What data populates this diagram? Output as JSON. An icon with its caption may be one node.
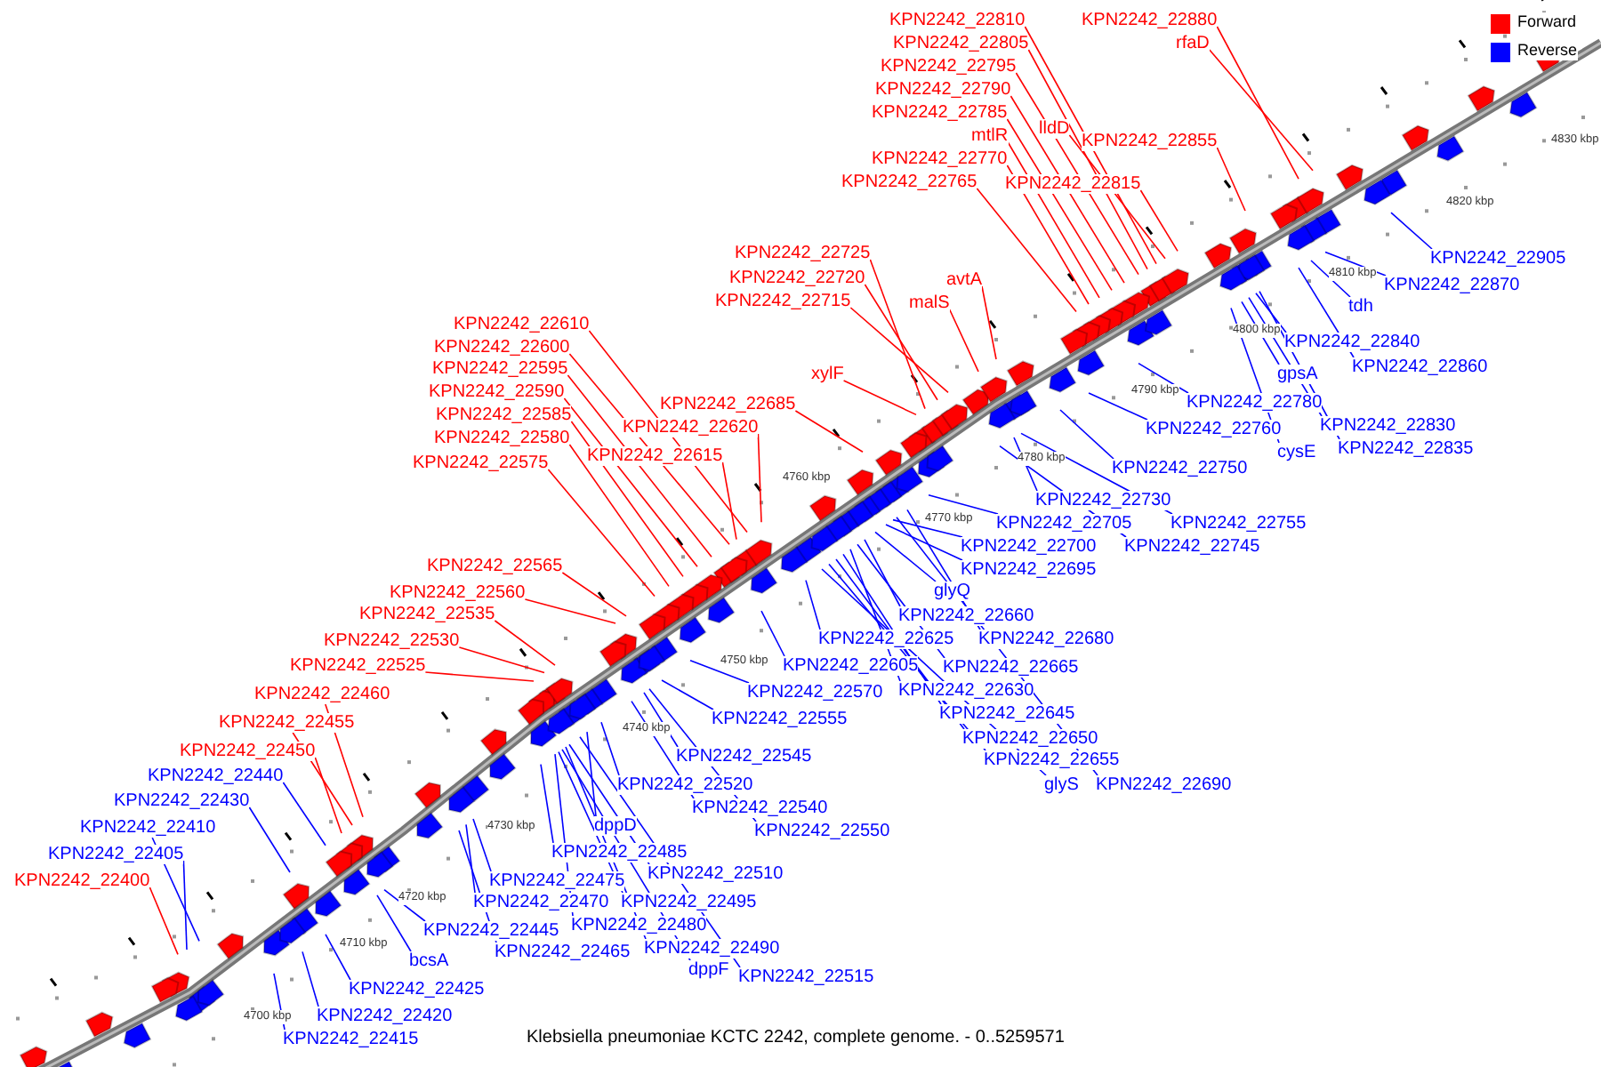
{
  "diagram": {
    "caption": "Klebsiella pneumoniae KCTC 2242, complete genome. - 0..5259571",
    "nodes": [
      {
        "text": [
          "KPN2242_22810"
        ]
      },
      {
        "text": [
          "KPN2242_22805"
        ]
      },
      {
        "text": [
          "KPN2242_22795"
        ]
      },
      {
        "text": [
          "KPN2242_22790"
        ]
      },
      {
        "text": [
          "KPN2242_22785"
        ]
      },
      {
        "text": [
          "mtlR"
        ]
      },
      {
        "text": [
          "lldD"
        ]
      },
      {
        "text": [
          "KPN2242_22770"
        ]
      },
      {
        "text": [
          "KPN2242_22765"
        ]
      },
      {
        "text": [
          "KPN2242_22815"
        ]
      },
      {
        "text": [
          "KPN2242_22855"
        ]
      },
      {
        "text": [
          "KPN2242_22880"
        ]
      },
      {
        "text": [
          "rfaD"
        ]
      },
      {
        "text": [
          "KPN2242_22725"
        ]
      },
      {
        "text": [
          "KPN2242_22720"
        ]
      },
      {
        "text": [
          "KPN2242_22715"
        ]
      },
      {
        "text": [
          "malS"
        ]
      },
      {
        "text": [
          "avtA"
        ]
      },
      {
        "text": [
          "xylF"
        ]
      },
      {
        "text": [
          "KPN2242_22685"
        ]
      },
      {
        "text": [
          "KPN2242_22610"
        ]
      },
      {
        "text": [
          "KPN2242_22600"
        ]
      },
      {
        "text": [
          "KPN2242_22595"
        ]
      },
      {
        "text": [
          "KPN2242_22590"
        ]
      },
      {
        "text": [
          "KPN2242_22585"
        ]
      },
      {
        "text": [
          "KPN2242_22580"
        ]
      },
      {
        "text": [
          "KPN2242_22575"
        ]
      },
      {
        "text": [
          "KPN2242_22620"
        ]
      },
      {
        "text": [
          "KPN2242_22615"
        ]
      },
      {
        "text": [
          "KPN2242_22565"
        ]
      },
      {
        "text": [
          "KPN2242_22560"
        ]
      },
      {
        "text": [
          "KPN2242_22535"
        ]
      },
      {
        "text": [
          "KPN2242_22530"
        ]
      },
      {
        "text": [
          "KPN2242_22525"
        ]
      },
      {
        "text": [
          "KPN2242_22460"
        ]
      },
      {
        "text": [
          "KPN2242_22455"
        ]
      },
      {
        "text": [
          "KPN2242_22450"
        ]
      },
      {
        "text": [
          "KPN2242_22400"
        ]
      },
      {
        "text": [
          "KPN2242_22905"
        ]
      },
      {
        "text": [
          "KPN2242_22870"
        ]
      },
      {
        "text": [
          "tdh"
        ]
      },
      {
        "text": [
          "KPN2242_22840"
        ]
      },
      {
        "text": [
          "KPN2242_22860"
        ]
      },
      {
        "text": [
          "gpsA"
        ]
      },
      {
        "text": [
          "KPN2242_22780"
        ]
      },
      {
        "text": [
          "KPN2242_22830"
        ]
      },
      {
        "text": [
          "KPN2242_22835"
        ]
      },
      {
        "text": [
          "cysE"
        ]
      },
      {
        "text": [
          "KPN2242_22760"
        ]
      },
      {
        "text": [
          "KPN2242_22750"
        ]
      },
      {
        "text": [
          "KPN2242_22730"
        ]
      },
      {
        "text": [
          "KPN2242_22755"
        ]
      },
      {
        "text": [
          "KPN2242_22745"
        ]
      },
      {
        "text": [
          "KPN2242_22705"
        ]
      },
      {
        "text": [
          "KPN2242_22700"
        ]
      },
      {
        "text": [
          "KPN2242_22695"
        ]
      },
      {
        "text": [
          "glyQ"
        ]
      },
      {
        "text": [
          "KPN2242_22660"
        ]
      },
      {
        "text": [
          "KPN2242_22680"
        ]
      },
      {
        "text": [
          "KPN2242_22625"
        ]
      },
      {
        "text": [
          "KPN2242_22665"
        ]
      },
      {
        "text": [
          "KPN2242_22605"
        ]
      },
      {
        "text": [
          "KPN2242_22630"
        ]
      },
      {
        "text": [
          "KPN2242_22570"
        ]
      },
      {
        "text": [
          "KPN2242_22645"
        ]
      },
      {
        "text": [
          "KPN2242_22555"
        ]
      },
      {
        "text": [
          "KPN2242_22650"
        ]
      },
      {
        "text": [
          "KPN2242_22655"
        ]
      },
      {
        "text": [
          "glyS"
        ]
      },
      {
        "text": [
          "KPN2242_22690"
        ]
      },
      {
        "text": [
          "KPN2242_22545"
        ]
      },
      {
        "text": [
          "KPN2242_22520"
        ]
      },
      {
        "text": [
          "KPN2242_22540"
        ]
      },
      {
        "text": [
          "KPN2242_22550"
        ]
      },
      {
        "text": [
          "dppD"
        ]
      },
      {
        "text": [
          "KPN2242_22485"
        ]
      },
      {
        "text": [
          "KPN2242_22510"
        ]
      },
      {
        "text": [
          "KPN2242_22475"
        ]
      },
      {
        "text": [
          "KPN2242_22495"
        ]
      },
      {
        "text": [
          "KPN2242_22470"
        ]
      },
      {
        "text": [
          "KPN2242_22480"
        ]
      },
      {
        "text": [
          "KPN2242_22445"
        ]
      },
      {
        "text": [
          "KPN2242_22490"
        ]
      },
      {
        "text": [
          "KPN2242_22465"
        ]
      },
      {
        "text": [
          "bcsA"
        ]
      },
      {
        "text": [
          "dppF"
        ]
      },
      {
        "text": [
          "KPN2242_22515"
        ]
      },
      {
        "text": [
          "KPN2242_22425"
        ]
      },
      {
        "text": [
          "KPN2242_22420"
        ]
      },
      {
        "text": [
          "KPN2242_22415"
        ]
      },
      {
        "text": [
          "KPN2242_22440"
        ]
      },
      {
        "text": [
          "KPN2242_22430"
        ]
      },
      {
        "text": [
          "KPN2242_22410"
        ]
      },
      {
        "text": [
          "KPN2242_22405"
        ]
      }
    ],
    "edges": [
      {
        "from": 0,
        "to": null,
        "arrow": "none",
        "color": "#ff0000"
      },
      {
        "from": 1,
        "to": null,
        "arrow": "none",
        "color": "#ff0000"
      },
      {
        "from": 2,
        "to": null,
        "arrow": "none",
        "color": "#ff0000"
      },
      {
        "from": 3,
        "to": null,
        "arrow": "none",
        "color": "#ff0000"
      },
      {
        "from": 4,
        "to": null,
        "arrow": "none",
        "color": "#ff0000"
      },
      {
        "from": 5,
        "to": null,
        "arrow": "none",
        "color": "#ff0000"
      },
      {
        "from": 6,
        "to": null,
        "arrow": "none",
        "color": "#ff0000"
      },
      {
        "from": 7,
        "to": null,
        "arrow": "none",
        "color": "#ff0000"
      },
      {
        "from": 8,
        "to": null,
        "arrow": "none",
        "color": "#ff0000"
      },
      {
        "from": 9,
        "to": null,
        "arrow": "none",
        "color": "#ff0000"
      },
      {
        "from": 10,
        "to": null,
        "arrow": "none",
        "color": "#ff0000"
      },
      {
        "from": 11,
        "to": null,
        "arrow": "none",
        "color": "#ff0000"
      },
      {
        "from": 12,
        "to": null,
        "arrow": "none",
        "color": "#ff0000"
      },
      {
        "from": 13,
        "to": null,
        "arrow": "none",
        "color": "#ff0000"
      },
      {
        "from": 14,
        "to": null,
        "arrow": "none",
        "color": "#ff0000"
      },
      {
        "from": 15,
        "to": null,
        "arrow": "none",
        "color": "#ff0000"
      },
      {
        "from": 16,
        "to": null,
        "arrow": "none",
        "color": "#ff0000"
      },
      {
        "from": 17,
        "to": null,
        "arrow": "none",
        "color": "#ff0000"
      },
      {
        "from": 18,
        "to": null,
        "arrow": "none",
        "color": "#ff0000"
      },
      {
        "from": 19,
        "to": null,
        "arrow": "none",
        "color": "#ff0000"
      },
      {
        "from": 20,
        "to": null,
        "arrow": "none",
        "color": "#ff0000"
      },
      {
        "from": 21,
        "to": null,
        "arrow": "none",
        "color": "#ff0000"
      },
      {
        "from": 22,
        "to": null,
        "arrow": "none",
        "color": "#ff0000"
      },
      {
        "from": 23,
        "to": null,
        "arrow": "none",
        "color": "#ff0000"
      },
      {
        "from": 24,
        "to": null,
        "arrow": "none",
        "color": "#ff0000"
      },
      {
        "from": 25,
        "to": null,
        "arrow": "none",
        "color": "#ff0000"
      },
      {
        "from": 26,
        "to": null,
        "arrow": "none",
        "color": "#ff0000"
      },
      {
        "from": 27,
        "to": null,
        "arrow": "none",
        "color": "#ff0000"
      },
      {
        "from": 28,
        "to": null,
        "arrow": "none",
        "color": "#ff0000"
      },
      {
        "from": 29,
        "to": null,
        "arrow": "none",
        "color": "#ff0000"
      },
      {
        "from": 30,
        "to": null,
        "arrow": "none",
        "color": "#ff0000"
      },
      {
        "from": 31,
        "to": null,
        "arrow": "none",
        "color": "#ff0000"
      },
      {
        "from": 32,
        "to": null,
        "arrow": "none",
        "color": "#ff0000"
      },
      {
        "from": 33,
        "to": null,
        "arrow": "none",
        "color": "#ff0000"
      },
      {
        "from": 34,
        "to": null,
        "arrow": "none",
        "color": "#ff0000"
      },
      {
        "from": 35,
        "to": null,
        "arrow": "none",
        "color": "#ff0000"
      },
      {
        "from": 36,
        "to": null,
        "arrow": "none",
        "color": "#ff0000"
      },
      {
        "from": 37,
        "to": null,
        "arrow": "none",
        "color": "#ff0000"
      },
      {
        "from": 38,
        "to": null,
        "arrow": "none"
      },
      {
        "from": 39,
        "to": null,
        "arrow": "none"
      },
      {
        "from": 40,
        "to": null,
        "arrow": "none"
      },
      {
        "from": 41,
        "to": null,
        "arrow": "none"
      },
      {
        "from": 42,
        "to": null,
        "arrow": "none"
      },
      {
        "from": 43,
        "to": null,
        "arrow": "none"
      },
      {
        "from": 44,
        "to": null,
        "arrow": "none"
      },
      {
        "from": 45,
        "to": null,
        "arrow": "none"
      },
      {
        "from": 46,
        "to": null,
        "arrow": "none"
      },
      {
        "from": 47,
        "to": null,
        "arrow": "none"
      },
      {
        "from": 48,
        "to": null,
        "arrow": "none"
      },
      {
        "from": 49,
        "to": null,
        "arrow": "none"
      },
      {
        "from": 50,
        "to": null,
        "arrow": "none"
      },
      {
        "from": 51,
        "to": null,
        "arrow": "none"
      },
      {
        "from": 52,
        "to": null,
        "arrow": "none"
      },
      {
        "from": 53,
        "to": null,
        "arrow": "none"
      },
      {
        "from": 54,
        "to": null,
        "arrow": "none"
      },
      {
        "from": 55,
        "to": null,
        "arrow": "none"
      },
      {
        "from": 56,
        "to": null,
        "arrow": "none"
      },
      {
        "from": 57,
        "to": null,
        "arrow": "none"
      },
      {
        "from": 58,
        "to": null,
        "arrow": "none"
      },
      {
        "from": 59,
        "to": null,
        "arrow": "none"
      },
      {
        "from": 60,
        "to": null,
        "arrow": "none"
      },
      {
        "from": 61,
        "to": null,
        "arrow": "none"
      },
      {
        "from": 62,
        "to": null,
        "arrow": "none"
      },
      {
        "from": 63,
        "to": null,
        "arrow": "none"
      },
      {
        "from": 64,
        "to": null,
        "arrow": "none"
      },
      {
        "from": 65,
        "to": null,
        "arrow": "none"
      },
      {
        "from": 66,
        "to": null,
        "arrow": "none"
      },
      {
        "from": 67,
        "to": null,
        "arrow": "none"
      },
      {
        "from": 68,
        "to": null,
        "arrow": "none"
      },
      {
        "from": 69,
        "to": null,
        "arrow": "none"
      },
      {
        "from": 70,
        "to": null,
        "arrow": "none"
      },
      {
        "from": 71,
        "to": null,
        "arrow": "none"
      },
      {
        "from": 72,
        "to": null,
        "arrow": "none"
      },
      {
        "from": 73,
        "to": null,
        "arrow": "none"
      },
      {
        "from": 74,
        "to": null,
        "arrow": "none"
      },
      {
        "from": 75,
        "to": null,
        "arrow": "none"
      },
      {
        "from": 76,
        "to": null,
        "arrow": "none"
      },
      {
        "from": 77,
        "to": null,
        "arrow": "none"
      },
      {
        "from": 78,
        "to": null,
        "arrow": "none"
      },
      {
        "from": 79,
        "to": null,
        "arrow": "none"
      },
      {
        "from": 80,
        "to": null,
        "arrow": "none"
      },
      {
        "from": 81,
        "to": null,
        "arrow": "none"
      },
      {
        "from": 82,
        "to": null,
        "arrow": "none"
      },
      {
        "from": 83,
        "to": null,
        "arrow": "none"
      },
      {
        "from": 84,
        "to": null,
        "arrow": "none"
      },
      {
        "from": 85,
        "to": null,
        "arrow": "none"
      },
      {
        "from": 86,
        "to": null,
        "arrow": "none"
      },
      {
        "from": 87,
        "to": null,
        "arrow": "none"
      },
      {
        "from": 88,
        "to": null,
        "arrow": "none"
      },
      {
        "from": 89,
        "to": null,
        "arrow": "none"
      },
      {
        "from": 90,
        "to": null,
        "arrow": "none"
      },
      {
        "from": 91,
        "to": null,
        "arrow": "none"
      },
      {
        "from": 92,
        "to": null,
        "arrow": "none"
      },
      {
        "from": 93,
        "to": null,
        "arrow": "none"
      }
    ],
    "labels": [
      "4830 kbp",
      "4820 kbp",
      "4810 kbp",
      "4800 kbp",
      "4790 kbp",
      "4780 kbp",
      "4770 kbp",
      "4760 kbp",
      "4750 kbp",
      "4740 kbp",
      "4730 kbp",
      "4720 kbp",
      "4710 kbp",
      "4700 kbp"
    ],
    "legend": [
      {
        "text": "Forward",
        "color": "#ff0000"
      },
      {
        "text": "Reverse",
        "color": "#0000ff"
      }
    ]
  }
}
